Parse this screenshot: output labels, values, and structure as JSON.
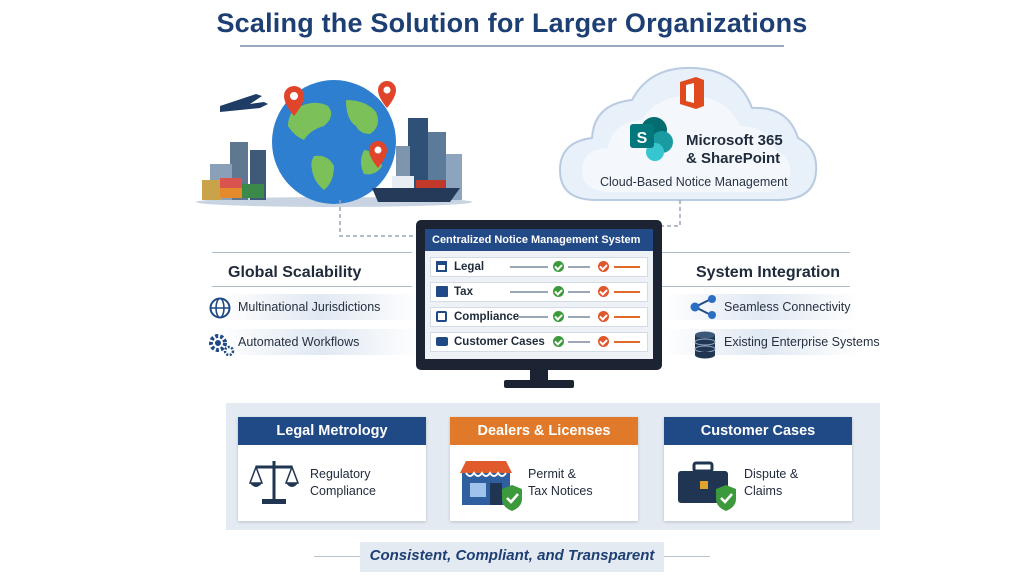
{
  "title": "Scaling the Solution for Larger Organizations",
  "cloud": {
    "product_line1": "Microsoft 365",
    "product_line2": "& SharePoint",
    "subtitle": "Cloud-Based Notice Management"
  },
  "left_panel": {
    "heading": "Global Scalability",
    "items": [
      {
        "label": "Multinational Jurisdictions",
        "icon": "globe-icon"
      },
      {
        "label": "Automated Workflows",
        "icon": "gears-icon"
      }
    ]
  },
  "right_panel": {
    "heading": "System Integration",
    "items": [
      {
        "label": "Seamless Connectivity",
        "icon": "network-icon"
      },
      {
        "label": "Existing Enterprise Systems",
        "icon": "database-icon"
      }
    ]
  },
  "monitor": {
    "header": "Centralized Notice Management System",
    "rows": [
      {
        "label": "Legal",
        "icon": "building-icon"
      },
      {
        "label": "Tax",
        "icon": "ledger-icon"
      },
      {
        "label": "Compliance",
        "icon": "checkbox-icon"
      },
      {
        "label": "Customer Cases",
        "icon": "briefcase-icon"
      }
    ]
  },
  "cards": [
    {
      "title": "Legal Metrology",
      "line1": "Regulatory",
      "line2": "Compliance",
      "color": "#1f4a86",
      "icon": "scales-icon"
    },
    {
      "title": "Dealers & Licenses",
      "line1": "Permit &",
      "line2": "Tax Notices",
      "color": "#e07a2a",
      "icon": "storefront-icon"
    },
    {
      "title": "Customer Cases",
      "line1": "Dispute &",
      "line2": "Claims",
      "color": "#1f4a86",
      "icon": "briefcase-icon"
    }
  ],
  "footer": "Consistent, Compliant, and Transparent",
  "colors": {
    "navy": "#1d3f73",
    "orange": "#e07a2a",
    "green": "#3d9a3c",
    "panel": "#e4eaf2"
  }
}
